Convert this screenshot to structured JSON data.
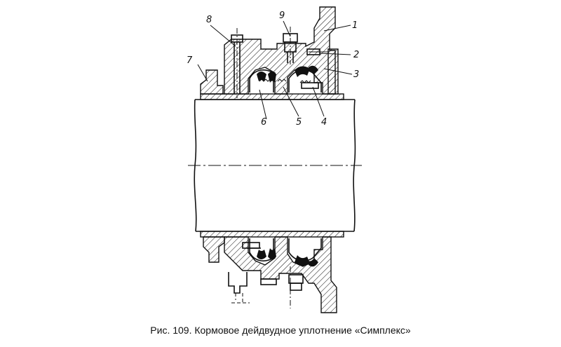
{
  "figure": {
    "caption": "Рис. 109. Кормовое дейдвудное уплотнение «Симплекс»",
    "part_labels": [
      "1",
      "2",
      "3",
      "4",
      "5",
      "6",
      "7",
      "8",
      "9"
    ]
  }
}
